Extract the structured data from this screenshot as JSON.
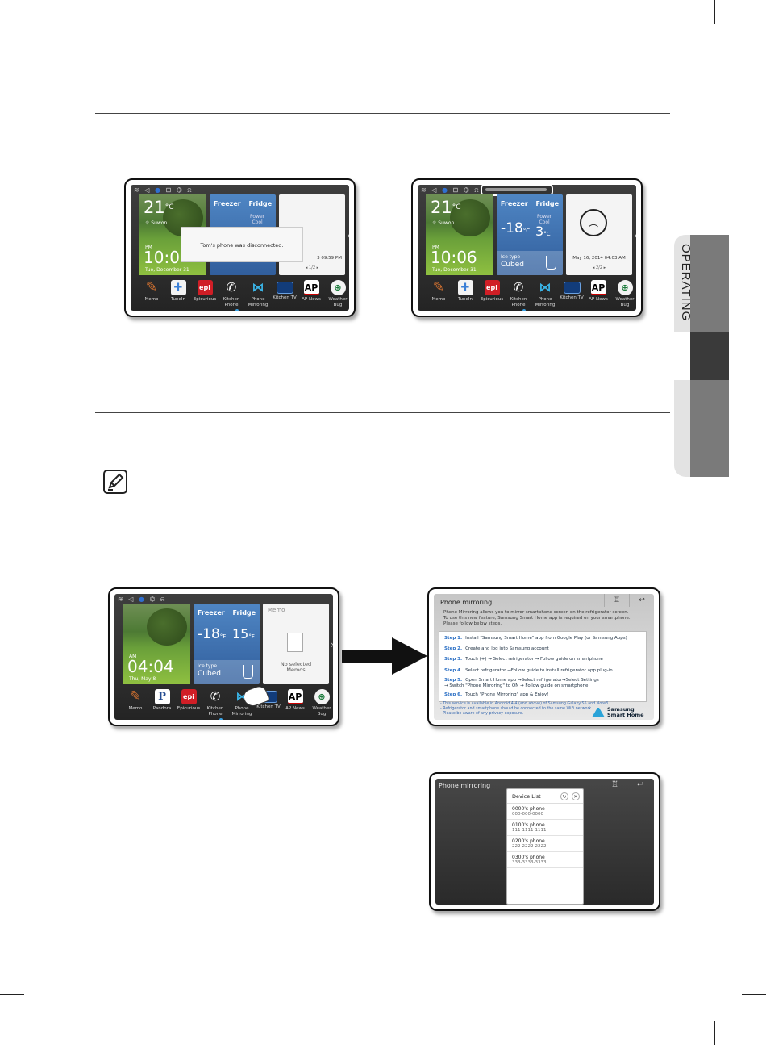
{
  "side_tab": {
    "label": "OPERATING"
  },
  "screen1": {
    "status_icons": [
      "wifi-icon",
      "speaker-icon",
      "door-icon",
      "link-icon",
      "bell-icon"
    ],
    "weather": {
      "temp": "21",
      "unit": "°C",
      "location": "Suwon",
      "ampm": "PM",
      "time": "10:0",
      "date": "Tue, December 31"
    },
    "fridge_panel": {
      "freezer": "Freezer",
      "fridge": "Fridge",
      "power_cool": "Power\nCool"
    },
    "popup": "Tom's phone was disconnected.",
    "card": {
      "datetime": "3 09:59 PM",
      "page": "◂  1/2  ▸"
    },
    "apps": [
      "Memo",
      "TuneIn",
      "Epicurious",
      "Kitchen\nPhone",
      "Phone\nMirroring",
      "Kitchen TV",
      "AP News",
      "Weather\nBug"
    ]
  },
  "screen2": {
    "weather": {
      "temp": "21",
      "unit": "°C",
      "location": "Suwon",
      "ampm": "PM",
      "time": "10:06",
      "date": "Tue, December 31"
    },
    "fridge_panel": {
      "freezer": "Freezer",
      "fridge": "Fridge",
      "power_cool": "Power\nCool",
      "freezer_temp": "-18",
      "fridge_temp": "3",
      "unit": "°C",
      "ice_label": "Ice type",
      "ice_value": "Cubed"
    },
    "card": {
      "datetime": "May 16, 2014 04:03 AM",
      "page": "◂  2/2  ▸"
    },
    "apps": [
      "Memo",
      "TuneIn",
      "Epicurious",
      "Kitchen\nPhone",
      "Phone\nMirroring",
      "Kitchen TV",
      "AP News",
      "Weather\nBug"
    ]
  },
  "screen3": {
    "weather": {
      "ampm": "AM",
      "time": "04:04",
      "date": "Thu, May 8"
    },
    "fridge_panel": {
      "freezer": "Freezer",
      "fridge": "Fridge",
      "freezer_temp": "-18",
      "fridge_temp": "15",
      "unit": "°F",
      "ice_label": "Ice type",
      "ice_value": "Cubed"
    },
    "memo": {
      "title": "Memo",
      "empty": "No selected\nMemos"
    },
    "apps": [
      "Memo",
      "Pandora",
      "Epicurious",
      "Kitchen\nPhone",
      "Phone\nMirroring",
      "Kitchen TV",
      "AP News",
      "Weather\nBug"
    ]
  },
  "phone_mirroring": {
    "title": "Phone mirroring",
    "description": "Phone Mirroring allows you to mirror smartphone screen on the refrigerator screen.\nTo use this new feature, Samsung Smart Home app is required on your smartphone.\nPlease follow below steps.",
    "steps": [
      {
        "label": "Step 1.",
        "text": "Install \"Samsung Smart Home\" app      from Google Play (or Samsung Apps)"
      },
      {
        "label": "Step 2.",
        "text": "Create and log into Samsung account"
      },
      {
        "label": "Step 3.",
        "text": "Touch  (+)  → Select refrigerator  → Follow guide on smartphone"
      },
      {
        "label": "Step 4.",
        "text": "Select refrigerator →Follow guide to install refrigerator app plug-in"
      },
      {
        "label": "Step 5.",
        "text": "Open Smart Home app →Select refrigerator→Select Settings\n→ Switch \"Phone Mirroring\" to ON → Follow guide on smartphone"
      },
      {
        "label": "Step 6.",
        "text": "Touch \"Phone Mirroring\" app & Enjoy!"
      }
    ],
    "notes": "- This service is available in Android 4.4 (and above) of Samsung Galaxy S5 and Note3.\n- Refrigerator and smartphone should be connected to the same WiFi network.\n- Please be aware of any privacy exposure.",
    "logo": "Samsung\nSmart Home"
  },
  "device_list": {
    "title": "Phone mirroring",
    "list_title": "Device List",
    "devices": [
      {
        "name": "0000's phone",
        "number": "000-000-0000"
      },
      {
        "name": "0100's phone",
        "number": "111-1111-1111"
      },
      {
        "name": "0200's phone",
        "number": "222-2222-2222"
      },
      {
        "name": "0300's phone",
        "number": "333-3333-3333"
      }
    ]
  },
  "colors": {
    "accent_blue": "#39a3e6",
    "tab_dark": "#3a3a3a",
    "tab_mid": "#7a7a7a",
    "tab_light": "#e3e3e3"
  }
}
